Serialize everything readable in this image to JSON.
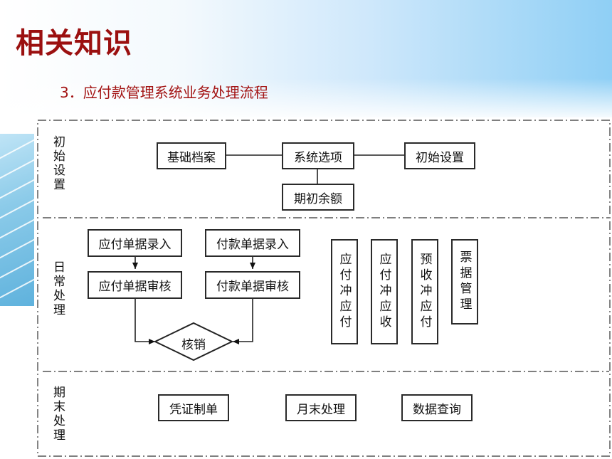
{
  "header": {
    "title": "相关知识",
    "subtitle": "3．应付款管理系统业务处理流程"
  },
  "sections": {
    "initial": "初始设置",
    "daily": "日常处理",
    "period_end": "期末处理"
  },
  "initial_nodes": {
    "basic_archive": "基础档案",
    "system_options": "系统选项",
    "initial_settings": "初始设置",
    "opening_balance": "期初余额"
  },
  "daily_nodes": {
    "payable_entry": "应付单据录入",
    "payable_review": "应付单据审核",
    "payment_entry": "付款单据录入",
    "payment_review": "付款单据审核",
    "verification": "核销",
    "offset_payable_payable": "应付冲应付",
    "offset_payable_receivable": "应付冲应收",
    "offset_prepay_payable": "预收冲应付",
    "bill_management": "票据管理"
  },
  "period_end_nodes": {
    "voucher": "凭证制单",
    "month_end": "月末处理",
    "data_query": "数据查询"
  },
  "colors": {
    "title": "#9b1010",
    "subtitle": "#a31414",
    "banner_right": "#8fcff5",
    "deco": "#5fb2dd"
  }
}
